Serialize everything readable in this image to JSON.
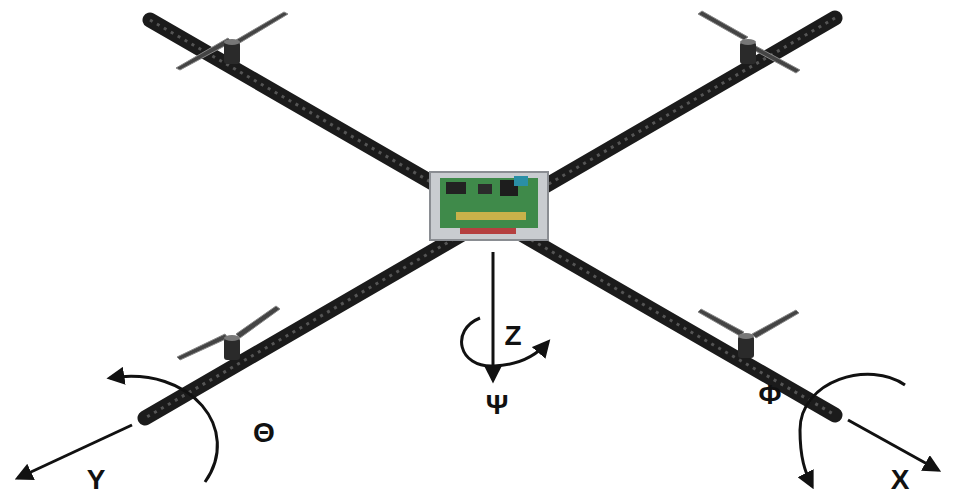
{
  "diagram": {
    "labels": [
      "Z",
      "Ψ",
      "Θ",
      "Y",
      "Φ",
      "X"
    ]
  }
}
